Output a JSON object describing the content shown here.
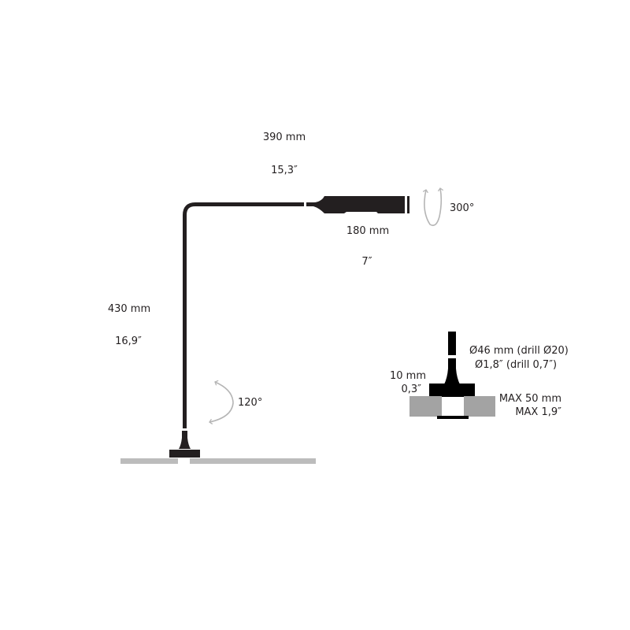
{
  "colors": {
    "lamp": "#231f20",
    "surface": "#bcbcbc",
    "surface_section": "#a3a3a3",
    "arrow": "#b5b5b5",
    "text": "#231f20"
  },
  "dimensions": {
    "arm_length": {
      "metric": "390 mm",
      "imperial": "15,3″"
    },
    "head_length": {
      "metric": "180 mm",
      "imperial": "7″"
    },
    "pole_height": {
      "metric": "430 mm",
      "imperial": "16,9″"
    }
  },
  "rotations": {
    "head": "300°",
    "pole": "120°"
  },
  "mount_detail": {
    "diameter_metric": "Ø46 mm (drill Ø20)",
    "diameter_imperial": "Ø1,8″ (drill 0,7″)",
    "base_height_metric": "10 mm",
    "base_height_imperial": "0,3″",
    "max_thickness_metric": "MAX 50 mm",
    "max_thickness_imperial": "MAX 1,9″"
  }
}
